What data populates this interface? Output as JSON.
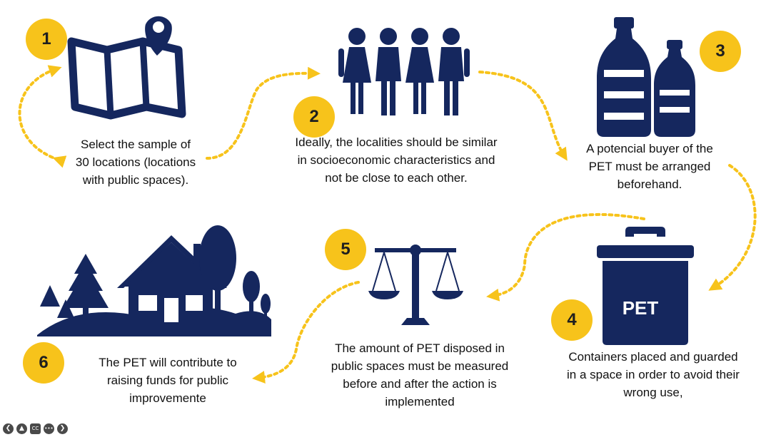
{
  "colors": {
    "navy": "#15275E",
    "accent": "#F7C31B",
    "text": "#111111"
  },
  "steps": [
    {
      "number": "1",
      "icon": "map-pin-icon",
      "lines": [
        "Select the sample of",
        "30 locations (locations",
        "with public spaces)."
      ]
    },
    {
      "number": "2",
      "icon": "people-icon",
      "lines": [
        "Ideally, the localities should be similar",
        "in socioeconomic characteristics and",
        "not be close to each other."
      ]
    },
    {
      "number": "3",
      "icon": "bottles-icon",
      "lines": [
        "A potencial buyer of the",
        "PET must be arranged",
        "beforehand."
      ]
    },
    {
      "number": "4",
      "icon": "trash-bin-icon",
      "lines": [
        "Containers placed and  guarded",
        "in a space in order to avoid their",
        "wrong use,"
      ]
    },
    {
      "number": "5",
      "icon": "scale-icon",
      "lines": [
        "The amount of PET disposed in",
        "public spaces must be measured",
        "before and after the action is",
        "implemented"
      ]
    },
    {
      "number": "6",
      "icon": "house-trees-icon",
      "lines": [
        "The PET will contribute to",
        "raising funds for public",
        "improvemente"
      ]
    }
  ],
  "bin_label": "PET",
  "controls": [
    {
      "icon": "prev-icon",
      "glyph": "❮"
    },
    {
      "icon": "pointer-icon",
      "glyph": "▲"
    },
    {
      "icon": "cc-icon",
      "glyph": "CC"
    },
    {
      "icon": "more-icon",
      "glyph": "•••"
    },
    {
      "icon": "next-icon",
      "glyph": "❯"
    }
  ]
}
